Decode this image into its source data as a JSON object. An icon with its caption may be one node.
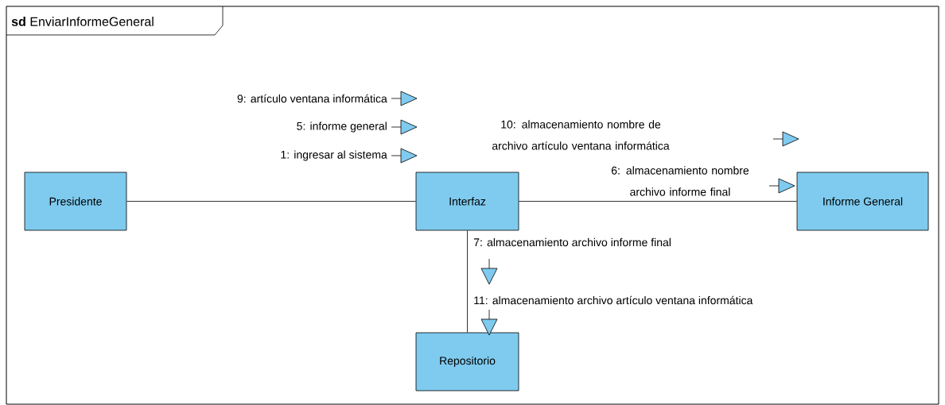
{
  "diagram": {
    "title": "**sd** EnviarInformeGeneral",
    "nodes": [
      {
        "text": [
          "Presidente"
        ]
      },
      {
        "text": [
          "Interfaz"
        ]
      },
      {
        "text": [
          "Informe General"
        ]
      },
      {
        "text": [
          "Repositorio"
        ]
      }
    ],
    "edges": [
      {
        "from": 0,
        "to": 1,
        "arrow": "none"
      },
      {
        "from": 1,
        "to": 2,
        "arrow": "none"
      },
      {
        "from": 1,
        "to": 3,
        "arrow": "none"
      }
    ],
    "labels": [
      "9: artículo ventana informática",
      "5: informe general",
      "1: ingresar al sistema",
      "10: almacenamiento nombre de archivo artículo ventana informática",
      "6: almacenamiento nombre archivo informe final",
      "7: almacenamiento archivo informe final",
      "11: almacenamiento archivo artículo ventana informática"
    ]
  }
}
